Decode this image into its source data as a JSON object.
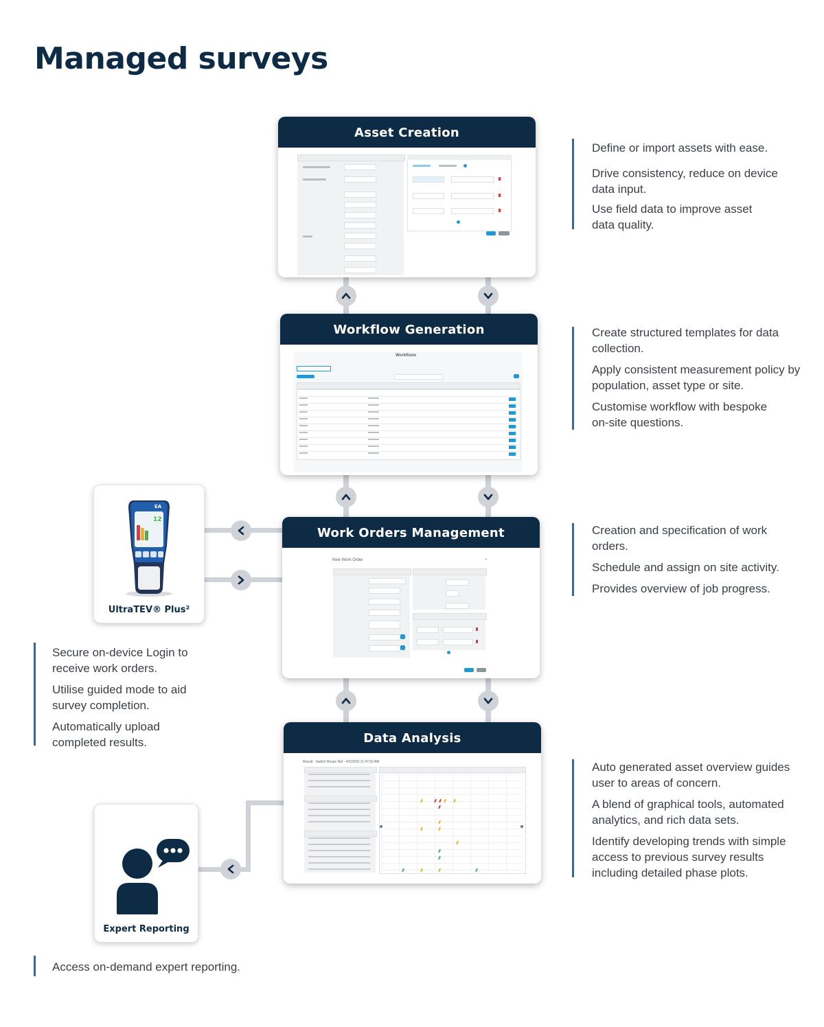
{
  "page_title": "Managed surveys",
  "panels": [
    {
      "title": "Asset Creation"
    },
    {
      "title": "Workflow Generation"
    },
    {
      "title": "Work Orders Management"
    },
    {
      "title": "Data Analysis"
    }
  ],
  "descriptions": {
    "asset_creation": [
      "Define or import assets with ease.",
      "Drive consistency, reduce on device data input.",
      "Use field data to improve asset data quality."
    ],
    "workflow_generation": [
      "Create structured templates for data collection.",
      "Apply consistent measurement policy by population, asset type or site.",
      "Customise workflow with bespoke on-site questions."
    ],
    "work_orders": [
      "Creation and specification of work orders.",
      "Schedule and assign on site activity.",
      "Provides overview of job progress."
    ],
    "device": [
      "Secure on-device Login to receive work orders.",
      "Utilise guided mode to aid survey completion.",
      "Automatically upload completed results."
    ],
    "data_analysis": [
      "Auto generated asset overview guides user to areas of concern.",
      "A blend of graphical tools, automated analytics, and rich data sets.",
      "Identify developing trends with simple access to previous survey results including detailed phase plots."
    ],
    "expert": [
      "Access on-demand expert reporting."
    ]
  },
  "cards": {
    "device_label": "UltraTEV® Plus²",
    "expert_label": "Expert Reporting"
  },
  "mini_ui": {
    "workflows_title": "Workflows",
    "new_work_order": "New Work Order",
    "result_title": "Result - Switch House Ref - 4/1/2020 11:47:02 AM",
    "device_reading": "12",
    "device_brand": "EA"
  },
  "icons": {
    "up_arrow": "chevron-up-icon",
    "down_arrow": "chevron-down-icon",
    "left_arrow": "chevron-left-icon",
    "right_arrow": "chevron-right-icon",
    "person": "person-chat-icon",
    "device": "ultratev-device-icon"
  },
  "colors": {
    "navy": "#0d2b45",
    "accent_blue": "#2b6cb0",
    "connector_grey": "#cfd3d8"
  }
}
